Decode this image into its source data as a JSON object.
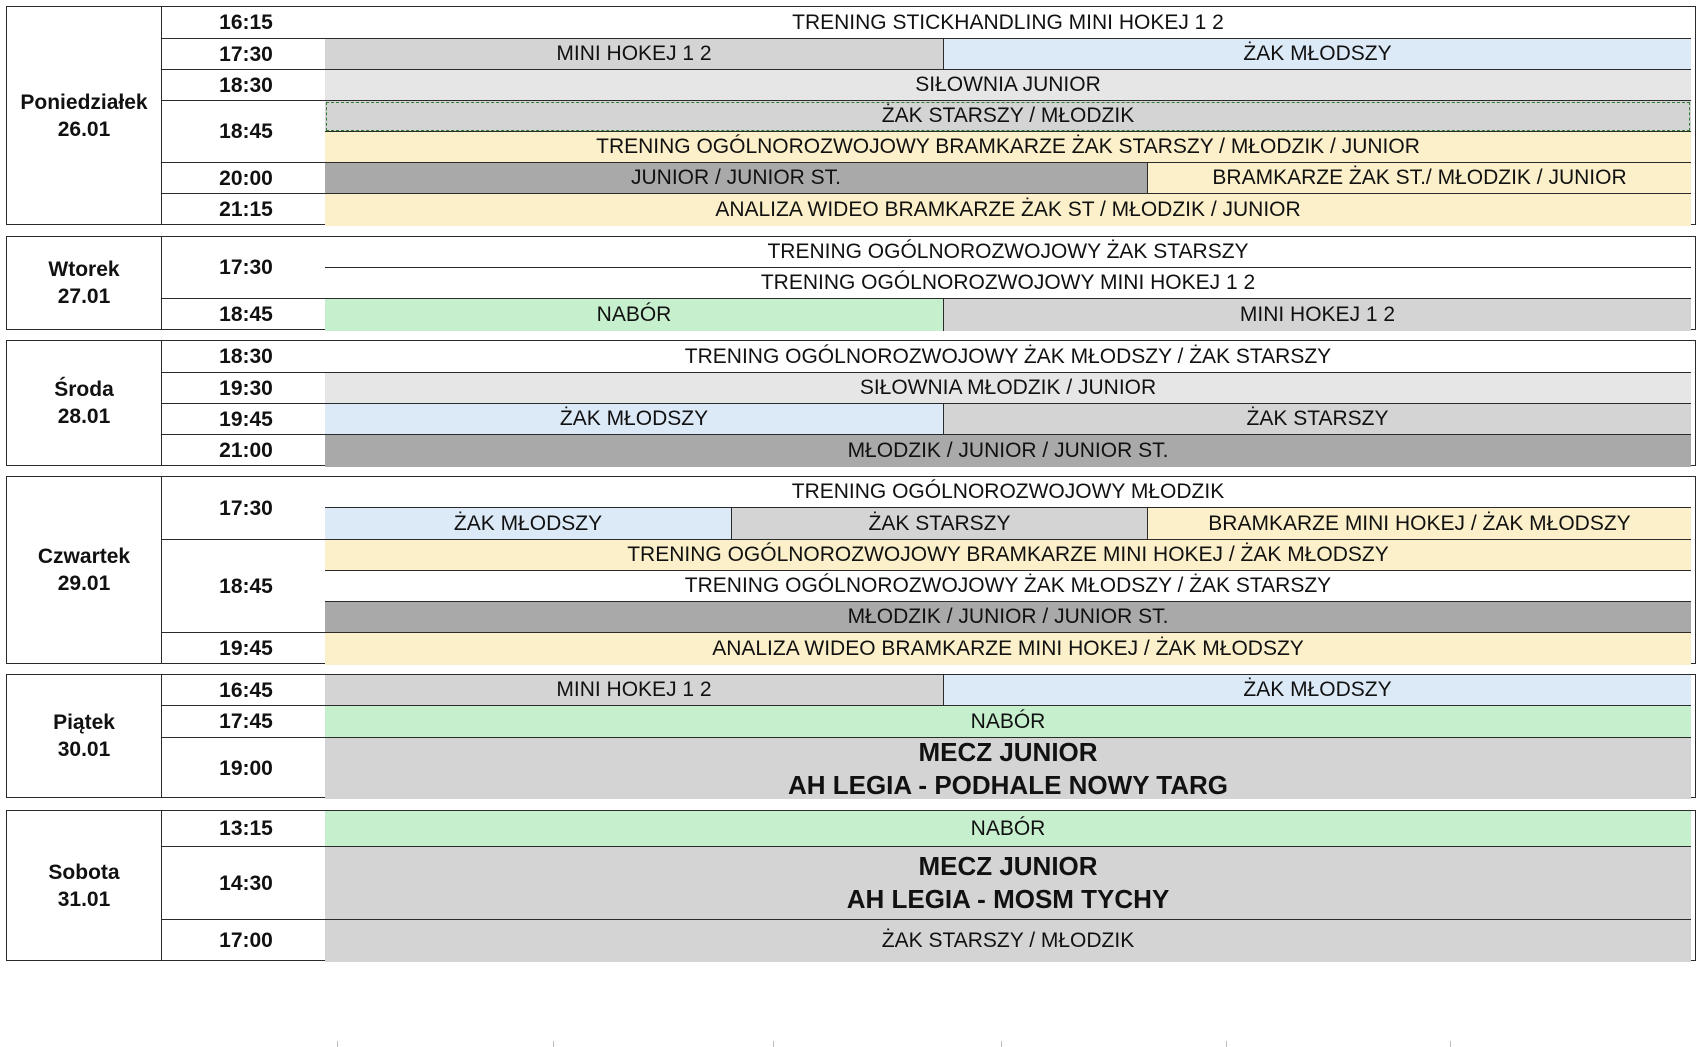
{
  "colors": {
    "white": "#ffffff",
    "gray": "#d4d4d4",
    "light_gray": "#e6e6e6",
    "dark_gray": "#a9a9a9",
    "blue": "#dce9f7",
    "yellow": "#fbf0c9",
    "green": "#c6efce",
    "border": "#2b2b2b"
  },
  "days": [
    {
      "name": "Poniedziałek",
      "date": "26.01",
      "rows": 7,
      "times": [
        {
          "label": "16:15",
          "span": 1
        },
        {
          "label": "17:30",
          "span": 1
        },
        {
          "label": "18:30",
          "span": 1
        },
        {
          "label": "18:45",
          "span": 2
        },
        {
          "label": "20:00",
          "span": 1
        },
        {
          "label": "21:15",
          "span": 1
        }
      ],
      "sessions": [
        {
          "row": 0,
          "label": "TRENING STICKHANDLING MINI HOKEJ 1 2",
          "color": "white",
          "col": [
            0,
            6
          ]
        },
        {
          "row": 1,
          "label": "MINI HOKEJ 1 2",
          "color": "gray",
          "col": [
            0,
            3
          ]
        },
        {
          "row": 1,
          "label": "ŻAK MŁODSZY",
          "color": "blue",
          "col": [
            3,
            6
          ]
        },
        {
          "row": 2,
          "label": "SIŁOWNIA JUNIOR",
          "color": "light_gray",
          "col": [
            0,
            6
          ]
        },
        {
          "row": 3,
          "label": "ŻAK STARSZY / MŁODZIK",
          "color": "gray",
          "col": [
            0,
            6
          ],
          "dashed": true
        },
        {
          "row": 4,
          "label": "TRENING OGÓLNOROZWOJOWY BRAMKARZE ŻAK STARSZY / MŁODZIK / JUNIOR",
          "color": "yellow",
          "col": [
            0,
            6
          ]
        },
        {
          "row": 5,
          "label": "JUNIOR / JUNIOR ST.",
          "color": "dark_gray",
          "col": [
            0,
            4
          ]
        },
        {
          "row": 5,
          "label": "BRAMKARZE ŻAK ST./ MŁODZIK / JUNIOR",
          "color": "yellow",
          "col": [
            4,
            6
          ]
        },
        {
          "row": 6,
          "label": "ANALIZA WIDEO BRAMKARZE ŻAK ST / MŁODZIK  / JUNIOR",
          "color": "yellow",
          "col": [
            0,
            6
          ]
        }
      ]
    },
    {
      "name": "Wtorek",
      "date": "27.01",
      "rows": 3,
      "times": [
        {
          "label": "17:30",
          "span": 2
        },
        {
          "label": "18:45",
          "span": 1
        }
      ],
      "sessions": [
        {
          "row": 0,
          "label": "TRENING OGÓLNOROZWOJOWY  ŻAK STARSZY",
          "color": "white",
          "col": [
            0,
            6
          ]
        },
        {
          "row": 1,
          "label": "TRENING OGÓLNOROZWOJOWY MINI HOKEJ 1 2",
          "color": "white",
          "col": [
            0,
            6
          ]
        },
        {
          "row": 2,
          "label": "NABÓR",
          "color": "green",
          "col": [
            0,
            3
          ]
        },
        {
          "row": 2,
          "label": "MINI HOKEJ 1 2",
          "color": "gray",
          "col": [
            3,
            6
          ]
        }
      ]
    },
    {
      "name": "Środa",
      "date": "28.01",
      "rows": 4,
      "times": [
        {
          "label": "18:30",
          "span": 1
        },
        {
          "label": "19:30",
          "span": 1
        },
        {
          "label": "19:45",
          "span": 1
        },
        {
          "label": "21:00",
          "span": 1
        }
      ],
      "sessions": [
        {
          "row": 0,
          "label": "TRENING OGÓLNOROZWOJOWY ŻAK MŁODSZY / ŻAK STARSZY",
          "color": "white",
          "col": [
            0,
            6
          ]
        },
        {
          "row": 1,
          "label": "SIŁOWNIA MŁODZIK / JUNIOR",
          "color": "light_gray",
          "col": [
            0,
            6
          ]
        },
        {
          "row": 2,
          "label": "ŻAK MŁODSZY",
          "color": "blue",
          "col": [
            0,
            3
          ]
        },
        {
          "row": 2,
          "label": "ŻAK STARSZY",
          "color": "gray",
          "col": [
            3,
            6
          ]
        },
        {
          "row": 3,
          "label": "MŁODZIK / JUNIOR / JUNIOR ST.",
          "color": "dark_gray",
          "col": [
            0,
            6
          ]
        }
      ]
    },
    {
      "name": "Czwartek",
      "date": "29.01",
      "rows": 6,
      "times": [
        {
          "label": "17:30",
          "span": 2
        },
        {
          "label": "18:45",
          "span": 3
        },
        {
          "label": "19:45",
          "span": 1
        }
      ],
      "sessions": [
        {
          "row": 0,
          "label": "TRENING OGÓLNOROZWOJOWY MŁODZIK",
          "color": "white",
          "col": [
            0,
            6
          ]
        },
        {
          "row": 1,
          "label": "ŻAK MŁODSZY",
          "color": "blue",
          "col": [
            0,
            2
          ]
        },
        {
          "row": 1,
          "label": "ŻAK STARSZY",
          "color": "gray",
          "col": [
            2,
            4
          ]
        },
        {
          "row": 1,
          "label": "BRAMKARZE MINI HOKEJ / ŻAK MŁODSZY",
          "color": "yellow",
          "col": [
            4,
            6
          ]
        },
        {
          "row": 2,
          "label": "TRENING OGÓLNOROZWOJOWY BRAMKARZE MINI HOKEJ / ŻAK MŁODSZY",
          "color": "yellow",
          "col": [
            0,
            6
          ]
        },
        {
          "row": 3,
          "label": "TRENING OGÓLNOROZWOJOWY ŻAK MŁODSZY / ŻAK STARSZY",
          "color": "white",
          "col": [
            0,
            6
          ]
        },
        {
          "row": 4,
          "label": "MŁODZIK / JUNIOR / JUNIOR ST.",
          "color": "dark_gray",
          "col": [
            0,
            6
          ]
        },
        {
          "row": 5,
          "label": "ANALIZA WIDEO BRAMKARZE MINI HOKEJ / ŻAK MŁODSZY",
          "color": "yellow",
          "col": [
            0,
            6
          ]
        }
      ]
    },
    {
      "name": "Piątek",
      "date": "30.01",
      "rows": 3,
      "times": [
        {
          "label": "16:45",
          "span": 1
        },
        {
          "label": "17:45",
          "span": 1
        },
        {
          "label": "19:00",
          "span": 1
        }
      ],
      "sessions": [
        {
          "row": 0,
          "label": "MINI HOKEJ 1 2",
          "color": "gray",
          "col": [
            0,
            3
          ]
        },
        {
          "row": 0,
          "label": "ŻAK MŁODSZY",
          "color": "blue",
          "col": [
            3,
            6
          ]
        },
        {
          "row": 1,
          "label": "NABÓR",
          "color": "green",
          "col": [
            0,
            6
          ]
        },
        {
          "row": 2,
          "label": "MECZ JUNIOR",
          "label2": "AH LEGIA - PODHALE NOWY TARG",
          "color": "gray",
          "col": [
            0,
            6
          ],
          "bold": true
        }
      ]
    },
    {
      "name": "Sobota",
      "date": "31.01",
      "rows": 3,
      "times": [
        {
          "label": "13:15",
          "span": 1
        },
        {
          "label": "14:30",
          "span": 1
        },
        {
          "label": "17:00",
          "span": 1
        }
      ],
      "sessions": [
        {
          "row": 0,
          "label": "NABÓR",
          "color": "green",
          "col": [
            0,
            6
          ]
        },
        {
          "row": 1,
          "label": "MECZ JUNIOR",
          "label2": "AH LEGIA - MOSM TYCHY",
          "color": "gray",
          "col": [
            0,
            6
          ],
          "bold": true
        },
        {
          "row": 2,
          "label": "ŻAK STARSZY / MŁODZIK",
          "color": "gray",
          "col": [
            0,
            6
          ]
        }
      ]
    }
  ]
}
